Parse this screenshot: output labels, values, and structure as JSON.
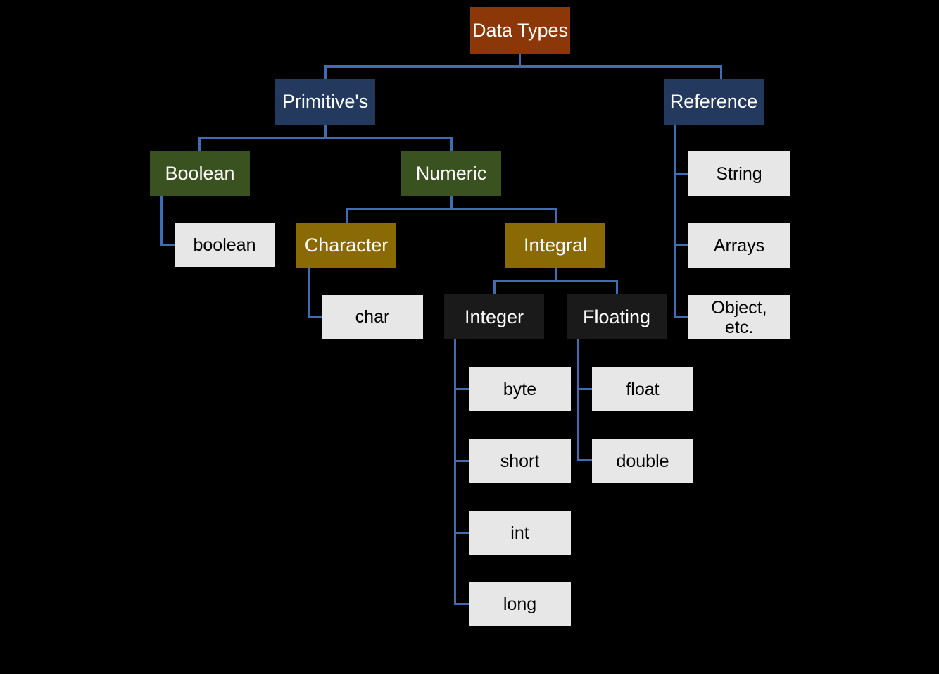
{
  "diagram": {
    "title": "Data Types",
    "background_color": "#000000",
    "connector_color": "#3E6DB5",
    "nodes": {
      "root": {
        "label": "Data Types",
        "color": "#8C3708",
        "text_color": "#FFFFFF"
      },
      "primitives": {
        "label": "Primitive's",
        "color": "#23395D",
        "text_color": "#FFFFFF"
      },
      "reference": {
        "label": "Reference",
        "color": "#23395D",
        "text_color": "#FFFFFF"
      },
      "boolean_cat": {
        "label": "Boolean",
        "color": "#3A5220",
        "text_color": "#FFFFFF"
      },
      "numeric": {
        "label": "Numeric",
        "color": "#3A5220",
        "text_color": "#FFFFFF"
      },
      "character": {
        "label": "Character",
        "color": "#8A6A04",
        "text_color": "#FFFFFF"
      },
      "integral": {
        "label": "Integral",
        "color": "#8A6A04",
        "text_color": "#FFFFFF"
      },
      "integer": {
        "label": "Integer",
        "color": "#1A1A1A",
        "text_color": "#FFFFFF"
      },
      "floating": {
        "label": "Floating",
        "color": "#1A1A1A",
        "text_color": "#FFFFFF"
      },
      "boolean_leaf": {
        "label": "boolean",
        "color": "#E7E7E7",
        "text_color": "#000000"
      },
      "char_leaf": {
        "label": "char",
        "color": "#E7E7E7",
        "text_color": "#000000"
      },
      "byte_leaf": {
        "label": "byte",
        "color": "#E7E7E7",
        "text_color": "#000000"
      },
      "short_leaf": {
        "label": "short",
        "color": "#E7E7E7",
        "text_color": "#000000"
      },
      "int_leaf": {
        "label": "int",
        "color": "#E7E7E7",
        "text_color": "#000000"
      },
      "long_leaf": {
        "label": "long",
        "color": "#E7E7E7",
        "text_color": "#000000"
      },
      "float_leaf": {
        "label": "float",
        "color": "#E7E7E7",
        "text_color": "#000000"
      },
      "double_leaf": {
        "label": "double",
        "color": "#E7E7E7",
        "text_color": "#000000"
      },
      "string_leaf": {
        "label": "String",
        "color": "#E7E7E7",
        "text_color": "#000000"
      },
      "arrays_leaf": {
        "label": "Arrays",
        "color": "#E7E7E7",
        "text_color": "#000000"
      },
      "object_leaf": {
        "label": "Object,\netc.",
        "color": "#E7E7E7",
        "text_color": "#000000"
      }
    },
    "edges": [
      {
        "from": "Data Types",
        "to": "Primitive's"
      },
      {
        "from": "Data Types",
        "to": "Reference"
      },
      {
        "from": "Primitive's",
        "to": "Boolean"
      },
      {
        "from": "Primitive's",
        "to": "Numeric"
      },
      {
        "from": "Boolean",
        "to": "boolean"
      },
      {
        "from": "Numeric",
        "to": "Character"
      },
      {
        "from": "Numeric",
        "to": "Integral"
      },
      {
        "from": "Character",
        "to": "char"
      },
      {
        "from": "Integral",
        "to": "Integer"
      },
      {
        "from": "Integral",
        "to": "Floating"
      },
      {
        "from": "Integer",
        "to": "byte"
      },
      {
        "from": "Integer",
        "to": "short"
      },
      {
        "from": "Integer",
        "to": "int"
      },
      {
        "from": "Integer",
        "to": "long"
      },
      {
        "from": "Floating",
        "to": "float"
      },
      {
        "from": "Floating",
        "to": "double"
      },
      {
        "from": "Reference",
        "to": "String"
      },
      {
        "from": "Reference",
        "to": "Arrays"
      },
      {
        "from": "Reference",
        "to": "Object, etc."
      }
    ]
  }
}
